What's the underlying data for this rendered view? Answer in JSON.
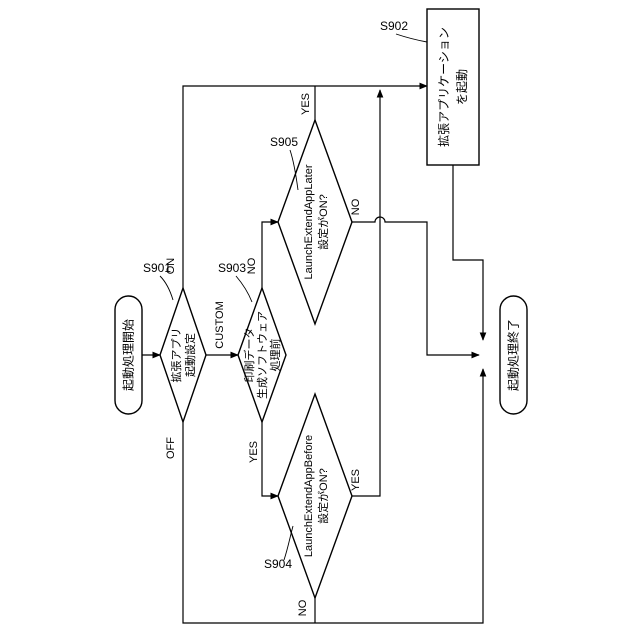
{
  "terminals": {
    "start": "起動処理開始",
    "end": "起動処理終了"
  },
  "decisions": {
    "s901": {
      "line1": "拡張アプリ",
      "line2": "起動設定"
    },
    "s903": {
      "line1": "印刷データ",
      "line2": "生成ソフトウェア",
      "line3": "処理前"
    },
    "s904": {
      "line1": "LaunchExtendAppBefore",
      "line2": "設定がON?"
    },
    "s905": {
      "line1": "LaunchExtendAppLater",
      "line2": "設定がON?"
    }
  },
  "process": {
    "s902": {
      "line1": "拡張アプリケーション",
      "line2": "を起動"
    }
  },
  "step_labels": {
    "s901": "S901",
    "s902": "S902",
    "s903": "S903",
    "s904": "S904",
    "s905": "S905"
  },
  "edge_labels": {
    "on": "ON",
    "off": "OFF",
    "custom": "CUSTOM",
    "no_903": "NO",
    "yes_903": "YES",
    "yes_904": "YES",
    "no_904": "NO",
    "yes_905": "YES",
    "no_905": "NO"
  },
  "colors": {
    "stroke": "#000000",
    "background": "#ffffff"
  }
}
